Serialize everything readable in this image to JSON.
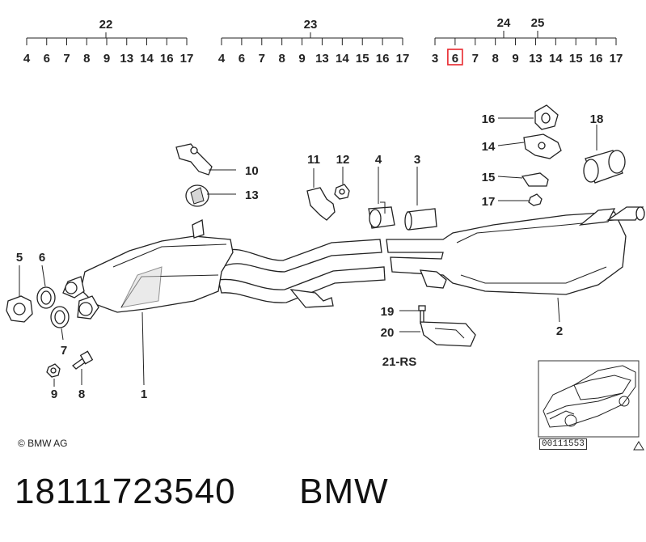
{
  "groups": [
    {
      "label": "22",
      "items": [
        "4",
        "6",
        "7",
        "8",
        "9",
        "13",
        "14",
        "16",
        "17"
      ]
    },
    {
      "label": "23",
      "items": [
        "4",
        "6",
        "7",
        "8",
        "9",
        "13",
        "14",
        "15",
        "16",
        "17"
      ]
    },
    {
      "label": "24",
      "label2": "25",
      "items": [
        "3",
        "6",
        "7",
        "8",
        "9",
        "13",
        "14",
        "15",
        "16",
        "17"
      ],
      "highlight": "6",
      "highlight_color": "#e8262c"
    }
  ],
  "callouts": [
    "1",
    "2",
    "3",
    "4",
    "5",
    "6",
    "7",
    "8",
    "9",
    "10",
    "11",
    "12",
    "13",
    "14",
    "15",
    "16",
    "17",
    "18",
    "19",
    "20",
    "21-RS"
  ],
  "copyright": "© BMW AG",
  "reference": "00111553",
  "warning_icon": "warning-triangle-icon",
  "footer": {
    "part_number": "18111723540",
    "brand": "BMW"
  }
}
